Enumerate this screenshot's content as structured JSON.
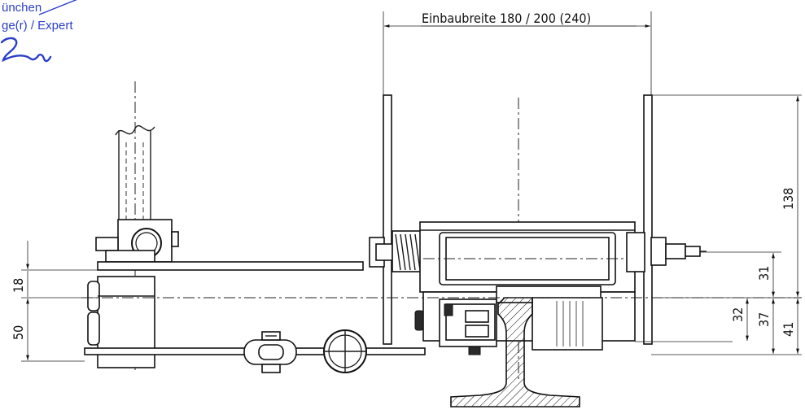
{
  "stamp": {
    "line1": "ünchen",
    "line2": "ge(r) / Expert",
    "color": "#2a3fc8"
  },
  "dimensions": {
    "width_label": "Einbaubreite 180 / 200 (240)",
    "right_138": "138",
    "right_31": "31",
    "right_32": "32",
    "right_37": "37",
    "right_41": "41",
    "left_18": "18",
    "left_50": "50"
  },
  "signature_icon": "signature-scribble"
}
